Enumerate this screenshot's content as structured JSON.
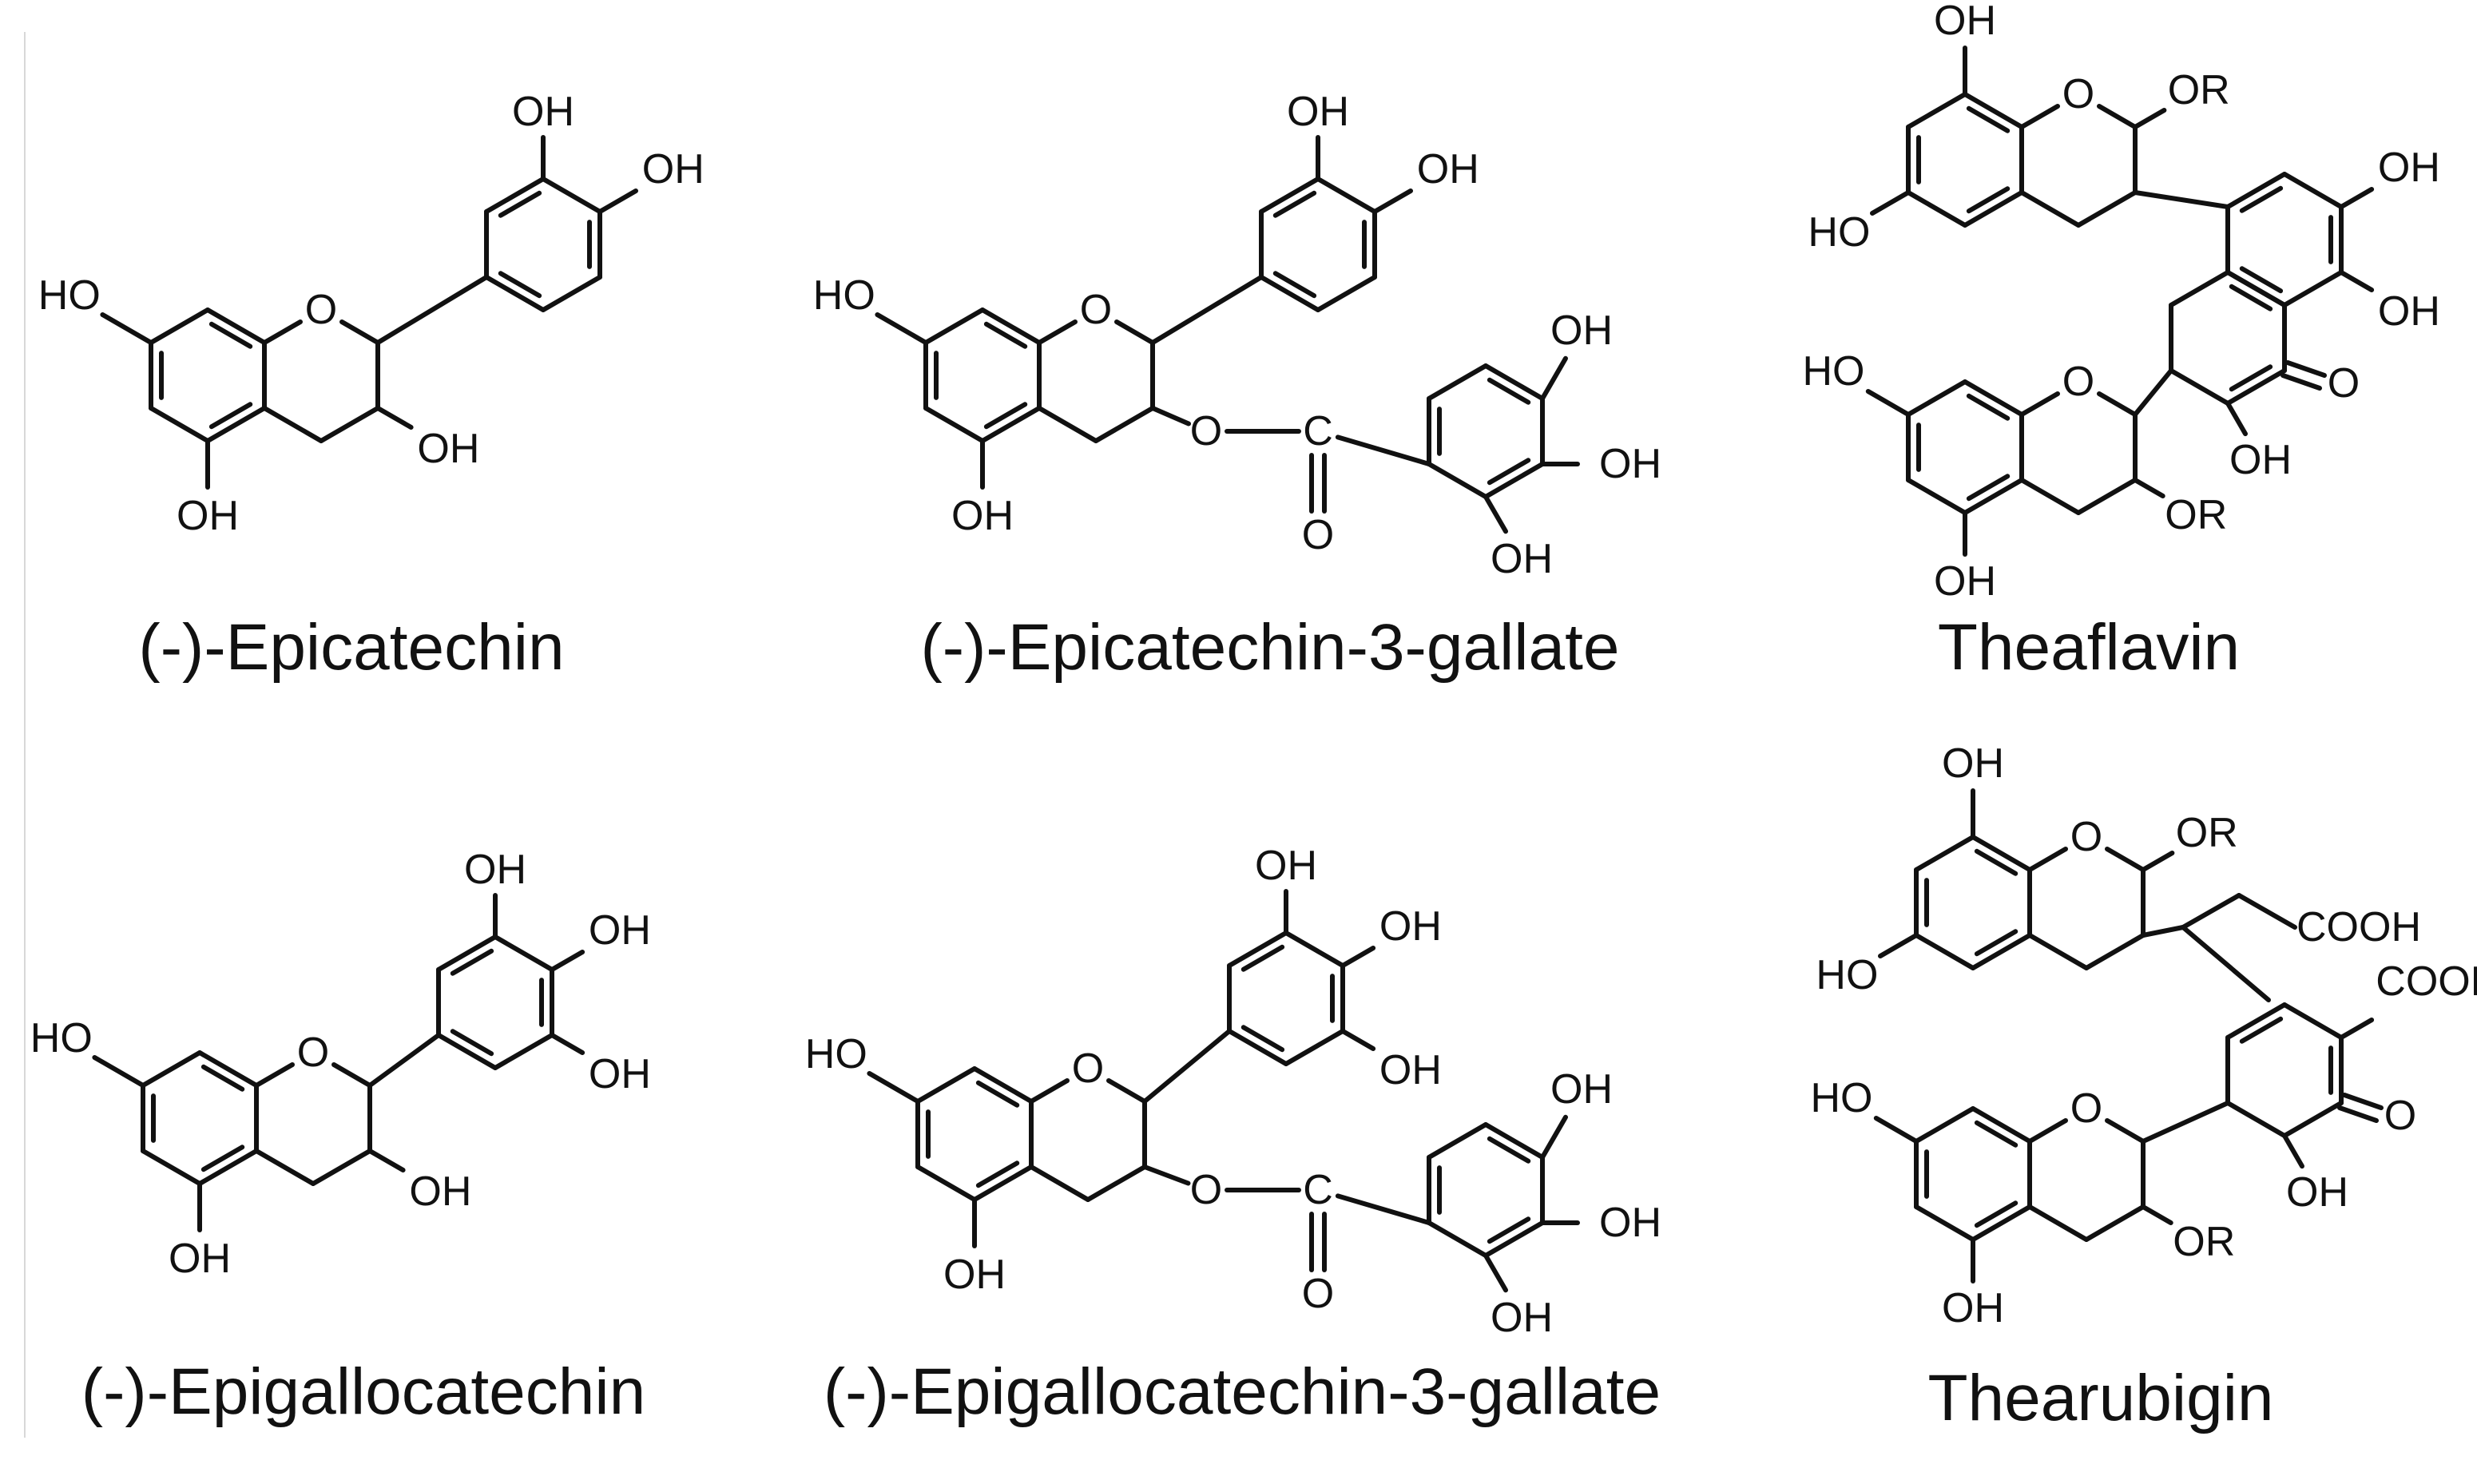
{
  "captions": {
    "epicatechin": "(-)-Epicatechin",
    "ecg": "(-)-Epicatechin-3-gallate",
    "theaflavin": "Theaflavin",
    "epigallocatechin": "(-)-Epigallocatechin",
    "egcg": "(-)-Epigallocatechin-3-gallate",
    "thearubigin": "Thearubigin"
  },
  "atoms": {
    "oh": "OH",
    "ho": "HO",
    "o": "O",
    "c": "C",
    "or": "OR",
    "cooh": "COOH"
  }
}
